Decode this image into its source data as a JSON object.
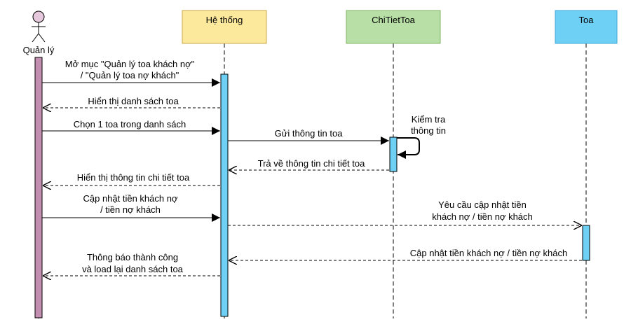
{
  "actor": {
    "name": "Quản lý",
    "color": "#c38fb0",
    "head_color": "#e6c8dc"
  },
  "participants": [
    {
      "key": "he_thong",
      "label": "Hệ thống",
      "fill": "#fde99c",
      "stroke": "#caa74a",
      "activation": "#6ed0f5"
    },
    {
      "key": "chi_tiet_toa",
      "label": "ChiTietToa",
      "fill": "#b8e0a6",
      "stroke": "#82b366",
      "activation": "#6ed0f5"
    },
    {
      "key": "toa",
      "label": "Toa",
      "fill": "#6ed0f5",
      "stroke": "#3fa7d6",
      "activation": "#6ed0f5"
    }
  ],
  "messages": [
    {
      "from": "actor",
      "to": "he_thong",
      "type": "sync",
      "lines": [
        "Mở mục \"Quản lý toa khách nợ\"",
        "/ \"Quản lý toa nợ khách\""
      ]
    },
    {
      "from": "he_thong",
      "to": "actor",
      "type": "return",
      "lines": [
        "Hiển thị danh sách toa"
      ]
    },
    {
      "from": "actor",
      "to": "he_thong",
      "type": "sync",
      "lines": [
        "Chọn 1 toa trong danh sách"
      ]
    },
    {
      "from": "he_thong",
      "to": "chi_tiet_toa",
      "type": "sync",
      "lines": [
        "Gửi thông tin toa"
      ]
    },
    {
      "from": "chi_tiet_toa",
      "to": "chi_tiet_toa",
      "type": "self",
      "lines": [
        "Kiểm tra",
        "thông tin"
      ]
    },
    {
      "from": "chi_tiet_toa",
      "to": "he_thong",
      "type": "return",
      "lines": [
        "Trả về thông tin chi tiết toa"
      ]
    },
    {
      "from": "he_thong",
      "to": "actor",
      "type": "return",
      "lines": [
        "Hiển thị thông tin chi tiết toa"
      ]
    },
    {
      "from": "actor",
      "to": "he_thong",
      "type": "sync",
      "lines": [
        "Cập nhật tiền khách nợ",
        "/ tiền nợ khách"
      ]
    },
    {
      "from": "he_thong",
      "to": "toa",
      "type": "async",
      "lines": [
        "Yêu cầu cập nhật tiền",
        "khách nợ / tiền nợ khách"
      ]
    },
    {
      "from": "toa",
      "to": "he_thong",
      "type": "return",
      "lines": [
        "Cập nhật tiền khách nợ / tiền nợ khách"
      ]
    },
    {
      "from": "he_thong",
      "to": "actor",
      "type": "return",
      "lines": [
        "Thông báo thành công",
        "và load lại danh sách toa"
      ]
    }
  ]
}
